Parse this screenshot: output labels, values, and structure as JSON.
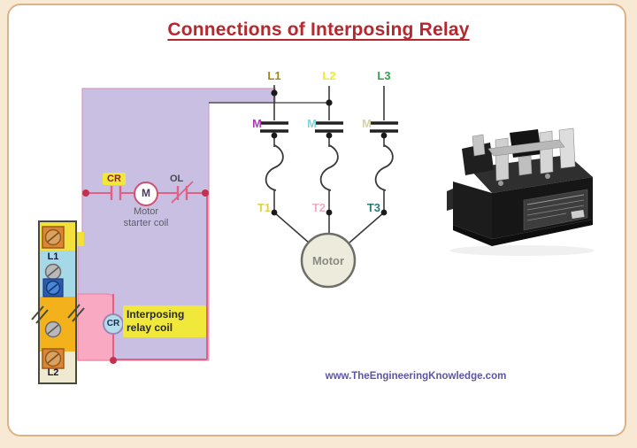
{
  "title": {
    "text": "Connections of Interposing Relay",
    "color": "#b5282e"
  },
  "watermark": {
    "text": "www.TheEngineeringKnowledge.com",
    "color": "#5b55a5"
  },
  "control_circuit": {
    "cr_contact": {
      "label": "CR"
    },
    "motor_coil": {
      "symbol": "M",
      "caption": [
        "Motor",
        "starter coil"
      ]
    },
    "overload_contact": {
      "label": "OL"
    },
    "interposing_coil": {
      "symbol": "CR",
      "caption": [
        "Interposing",
        "relay coil"
      ]
    }
  },
  "terminal_strip": {
    "top_terminal_label": "L1",
    "bottom_terminal_label": "L2"
  },
  "power_circuit": {
    "phases": [
      {
        "label": "L1",
        "color": "#a08818"
      },
      {
        "label": "L2",
        "color": "#eeea2e"
      },
      {
        "label": "L3",
        "color": "#35a04a"
      }
    ],
    "contactor_labels": [
      {
        "label": "M",
        "color": "#b23ab2"
      },
      {
        "label": "M",
        "color": "#7fd4de"
      },
      {
        "label": "M",
        "color": "#d6d2a6"
      }
    ],
    "terminal_labels": [
      {
        "label": "T1",
        "color": "#ded24a"
      },
      {
        "label": "T2",
        "color": "#f0aac4"
      },
      {
        "label": "T3",
        "color": "#2a7a78"
      }
    ],
    "motor": {
      "label": "Motor"
    }
  },
  "colors": {
    "lavender_block": "#c9bfe2",
    "pink_block": "#f9a9c2",
    "wire": "#e26083",
    "node_dot": "#c63050",
    "power_wire": "#3a3a3a",
    "highlight_yellow": "#f0e83a",
    "relay_body": "#1c1c1c",
    "relay_metal": "#c6c6c6"
  }
}
